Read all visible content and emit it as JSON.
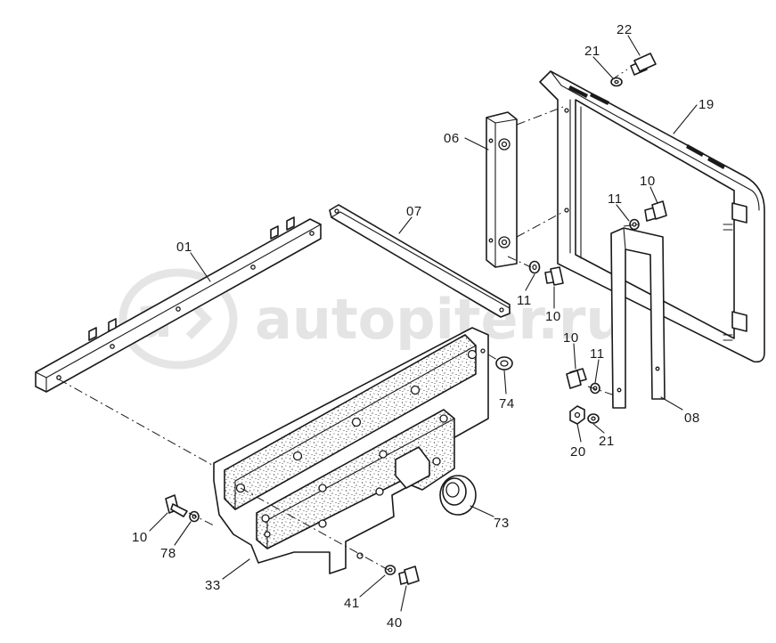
{
  "watermark": {
    "text": "autopiter.ru",
    "color": "#dcdcdc"
  },
  "callouts": [
    {
      "id": "22",
      "label": "22"
    },
    {
      "id": "21a",
      "label": "21"
    },
    {
      "id": "19",
      "label": "19"
    },
    {
      "id": "06",
      "label": "06"
    },
    {
      "id": "07",
      "label": "07"
    },
    {
      "id": "01",
      "label": "01"
    },
    {
      "id": "11a",
      "label": "11"
    },
    {
      "id": "10a",
      "label": "10"
    },
    {
      "id": "11b",
      "label": "11"
    },
    {
      "id": "10b",
      "label": "10"
    },
    {
      "id": "10c",
      "label": "10"
    },
    {
      "id": "11c",
      "label": "11"
    },
    {
      "id": "74",
      "label": "74"
    },
    {
      "id": "08",
      "label": "08"
    },
    {
      "id": "21b",
      "label": "21"
    },
    {
      "id": "20",
      "label": "20"
    },
    {
      "id": "73",
      "label": "73"
    },
    {
      "id": "10d",
      "label": "10"
    },
    {
      "id": "78",
      "label": "78"
    },
    {
      "id": "33",
      "label": "33"
    },
    {
      "id": "41",
      "label": "41"
    },
    {
      "id": "40",
      "label": "40"
    }
  ],
  "colors": {
    "line": "#1a1a1a",
    "paper": "#ffffff"
  }
}
